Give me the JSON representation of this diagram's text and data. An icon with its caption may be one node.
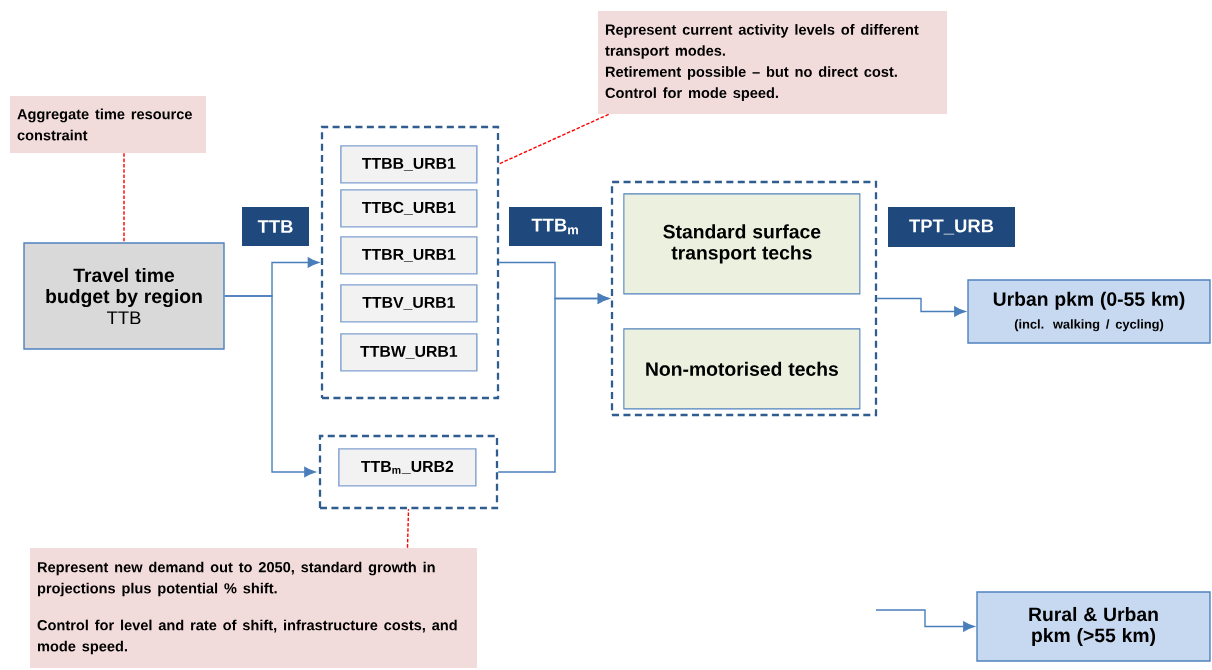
{
  "diagram": {
    "nodes": [
      {
        "text": [
          "Aggregate time resource constraint"
        ]
      },
      {
        "text": [
          "Travel time budget by region",
          "TTB"
        ]
      },
      {
        "text": [
          "TTB"
        ]
      },
      {
        "text": [],
        "shape": "box"
      },
      {
        "text": [
          "TTBB_URB1"
        ],
        "in": 3
      },
      {
        "text": [
          "TTBC_URB1"
        ],
        "in": 3
      },
      {
        "text": [
          "TTBR_URB1"
        ],
        "in": 3
      },
      {
        "text": [
          "TTBV_URB1"
        ],
        "in": 3
      },
      {
        "text": [
          "TTBW_URB1"
        ],
        "in": 3
      },
      {
        "text": [],
        "shape": "box"
      },
      {
        "text": [
          "TTB$_{m}$_URB2"
        ],
        "in": 9
      },
      {
        "text": [
          "TTB$_{m}$"
        ]
      },
      {
        "text": [
          "Represent current activity levels of different transport modes.",
          "Retirement possible – but no direct cost.",
          "Control for mode speed."
        ]
      },
      {
        "text": [],
        "shape": "box"
      },
      {
        "text": [
          "Standard surface transport techs"
        ],
        "in": 13
      },
      {
        "text": [
          "Non-motorised techs"
        ],
        "in": 13
      },
      {
        "text": [
          "TPT_URB"
        ]
      },
      {
        "text": [
          "Urban pkm (0-55 km)",
          "(incl. walking / cycling)"
        ]
      },
      {
        "text": [
          "Represent new demand out to 2050, standard growth in projections plus potential % shift.",
          "Control for level and rate of shift, infrastructure costs, and mode speed."
        ]
      },
      {
        "text": [
          "Rural & Urban pkm (>55 km)"
        ]
      }
    ],
    "edges": [
      {
        "from": 0,
        "to": 1,
        "arrow": "none",
        "style": "dashed",
        "color": "#ff0000"
      },
      {
        "from": 12,
        "to": 3,
        "arrow": "none",
        "style": "dashed",
        "color": "#ff0000"
      },
      {
        "from": 18,
        "to": 9,
        "arrow": "none",
        "style": "dashed",
        "color": "#ff0000"
      },
      {
        "from": 1,
        "to": 3,
        "arrow": "to"
      },
      {
        "from": 1,
        "to": 9,
        "arrow": "to"
      },
      {
        "from": 3,
        "to": 13,
        "arrow": "to"
      },
      {
        "from": 9,
        "to": 13,
        "arrow": "to"
      },
      {
        "from": 13,
        "to": 17,
        "arrow": "to"
      },
      {
        "from": null,
        "to": 19,
        "arrow": "to"
      }
    ]
  }
}
